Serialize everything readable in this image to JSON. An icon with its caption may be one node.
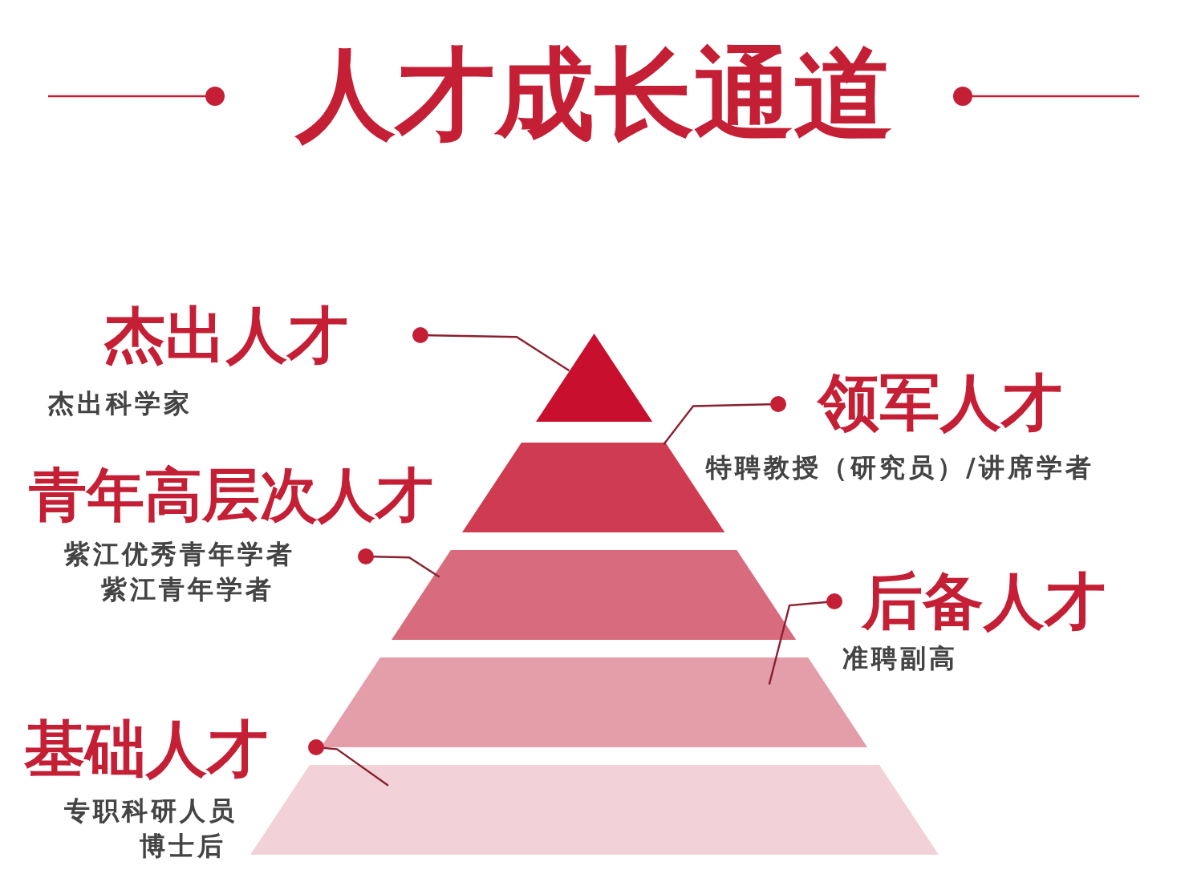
{
  "diagram": {
    "title": "人才成长通道",
    "nodes": [
      {
        "text": [
          "杰出人才",
          "杰出科学家"
        ]
      },
      {
        "text": [
          "领军人才",
          "特聘教授（研究员）/讲席学者"
        ]
      },
      {
        "text": [
          "青年高层次人才",
          "紫江优秀青年学者",
          "紫江青年学者"
        ]
      },
      {
        "text": [
          "后备人才",
          "准聘副高"
        ]
      },
      {
        "text": [
          "基础人才",
          "专职科研人员",
          "博士后"
        ]
      },
      {
        "text": [],
        "shape": "triangle"
      },
      {
        "text": [],
        "shape": "trapezoid"
      },
      {
        "text": [],
        "shape": "trapezoid"
      },
      {
        "text": [],
        "shape": "trapezoid"
      },
      {
        "text": [],
        "shape": "trapezoid"
      }
    ],
    "edges": [
      {
        "from": 0,
        "to": 5,
        "arrow": "other"
      },
      {
        "from": 1,
        "to": 6,
        "arrow": "other"
      },
      {
        "from": 2,
        "to": 7,
        "arrow": "other"
      },
      {
        "from": 3,
        "to": 8,
        "arrow": "other"
      },
      {
        "from": 4,
        "to": 9,
        "arrow": "other"
      }
    ]
  }
}
